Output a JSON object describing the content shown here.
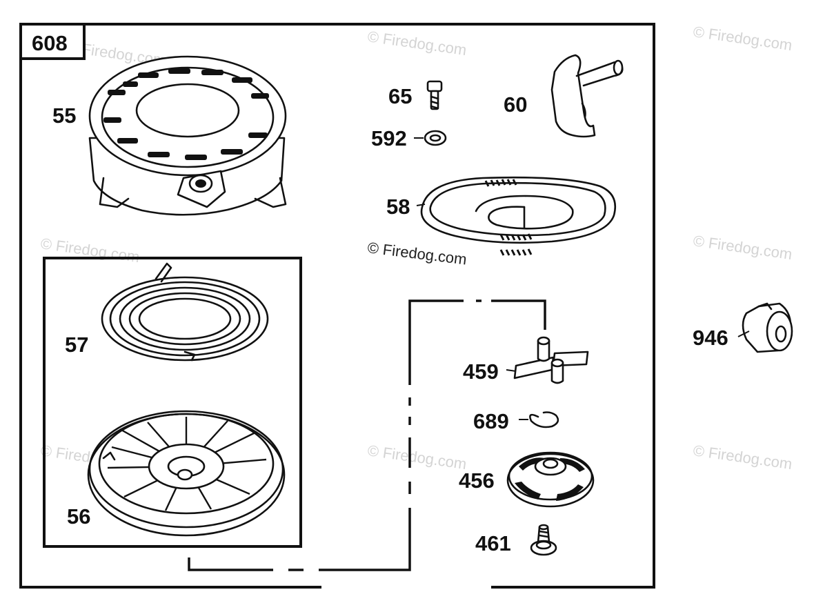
{
  "kit_number": "608",
  "parts": {
    "p55": "55",
    "p65": "65",
    "p60": "60",
    "p592": "592",
    "p58": "58",
    "p57": "57",
    "p56": "56",
    "p459": "459",
    "p689": "689",
    "p456": "456",
    "p461": "461",
    "p946": "946"
  },
  "watermarks": {
    "text": "© Firedog.com",
    "partial": "Firedog.com"
  }
}
